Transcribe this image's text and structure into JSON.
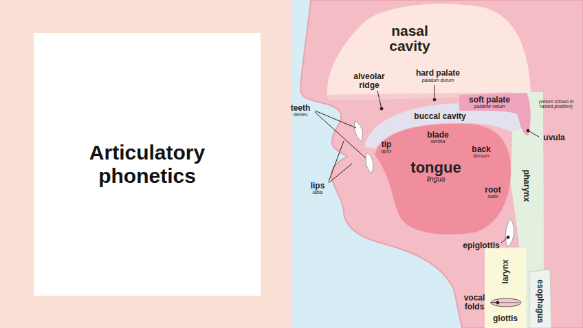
{
  "diagram": {
    "title": "Articulatory phonetics",
    "labels": [
      "nasal cavity",
      "alveolar ridge",
      "hard palate",
      "palatum durum",
      "teeth",
      "dentes",
      "soft palate",
      "palatine velum",
      "(velum shown in raised position)",
      "buccal cavity",
      "uvula",
      "blade",
      "lamina",
      "tip",
      "apex",
      "back",
      "dorsum",
      "tongue",
      "lingua",
      "root",
      "radix",
      "pharynx",
      "lips",
      "labia",
      "epiglottis",
      "larynx",
      "esophagus",
      "vocal folds",
      "glottis"
    ]
  }
}
